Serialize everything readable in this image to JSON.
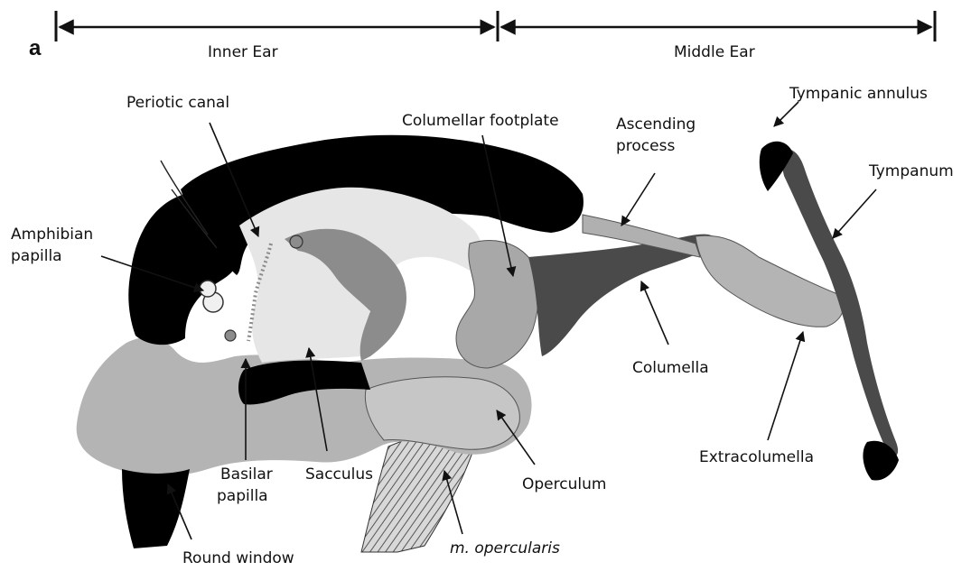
{
  "panel_letter": "a",
  "regions": {
    "inner": "Inner Ear",
    "middle": "Middle Ear"
  },
  "labels": {
    "periotic_canal": "Periotic canal",
    "columellar_footplate": "Columellar footplate",
    "ascending_process_line1": "Ascending",
    "ascending_process_line2": "process",
    "tympanic_annulus": "Tympanic annulus",
    "tympanum": "Tympanum",
    "amphibian_papilla_line1": "Amphibian",
    "amphibian_papilla_line2": "papilla",
    "columella": "Columella",
    "extracolumella": "Extracolumella",
    "basilar_papilla_line1": "Basilar",
    "basilar_papilla_line2": "papilla",
    "sacculus": "Sacculus",
    "operculum": "Operculum",
    "round_window": "Round window",
    "m_opercularis": "m. opercularis"
  },
  "colors": {
    "bone": "#000000",
    "dark_gray": "#4a4a4a",
    "mid_gray": "#8c8c8c",
    "light_gray": "#b4b4b4",
    "pale": "#e6e6e6",
    "ink": "#111111"
  }
}
